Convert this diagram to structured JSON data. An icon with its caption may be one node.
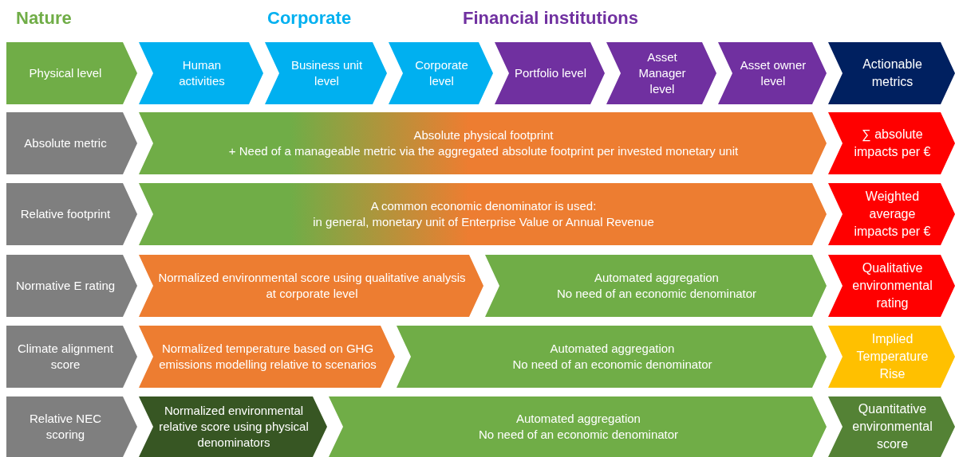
{
  "diagram": {
    "nodes": [
      {
        "text": [
          "Physical level"
        ]
      },
      {
        "text": [
          "Human activities"
        ]
      },
      {
        "text": [
          "Business unit level"
        ]
      },
      {
        "text": [
          "Corporate level"
        ]
      },
      {
        "text": [
          "Portfolio level"
        ]
      },
      {
        "text": [
          "Asset Manager level"
        ]
      },
      {
        "text": [
          "Asset owner level"
        ]
      },
      {
        "text": [
          "Actionable metrics"
        ]
      },
      {
        "text": [
          "Absolute metric"
        ]
      },
      {
        "text": [
          "Absolute physical footprint",
          "+ Need of a manageable metric via the aggregated absolute footprint per invested monetary unit"
        ]
      },
      {
        "text": [
          "∑ absolute impacts per €"
        ]
      },
      {
        "text": [
          "Relative footprint"
        ]
      },
      {
        "text": [
          "A common economic denominator is used:",
          "in general, monetary unit of Enterprise Value or Annual Revenue"
        ]
      },
      {
        "text": [
          "Weighted average impacts per €"
        ]
      },
      {
        "text": [
          "Normative E rating"
        ]
      },
      {
        "text": [
          "Normalized environmental score using qualitative analysis at corporate level"
        ]
      },
      {
        "text": [
          "Automated aggregation",
          "No need of an economic denominator"
        ]
      },
      {
        "text": [
          "Qualitative environmental rating"
        ]
      },
      {
        "text": [
          "Climate alignment score"
        ]
      },
      {
        "text": [
          "Normalized temperature based on GHG emissions modelling relative to scenarios"
        ]
      },
      {
        "text": [
          "Automated aggregation",
          "No need of an economic denominator"
        ]
      },
      {
        "text": [
          "Implied Temperature Rise"
        ]
      },
      {
        "text": [
          "Relative NEC scoring"
        ]
      },
      {
        "text": [
          "Normalized environmental relative score using physical denominators"
        ]
      },
      {
        "text": [
          "Automated aggregation",
          "No need of an economic denominator"
        ]
      },
      {
        "text": [
          "Quantitative environmental score"
        ]
      }
    ],
    "labels": [
      "Nature",
      "Corporate",
      "Financial institutions"
    ]
  }
}
